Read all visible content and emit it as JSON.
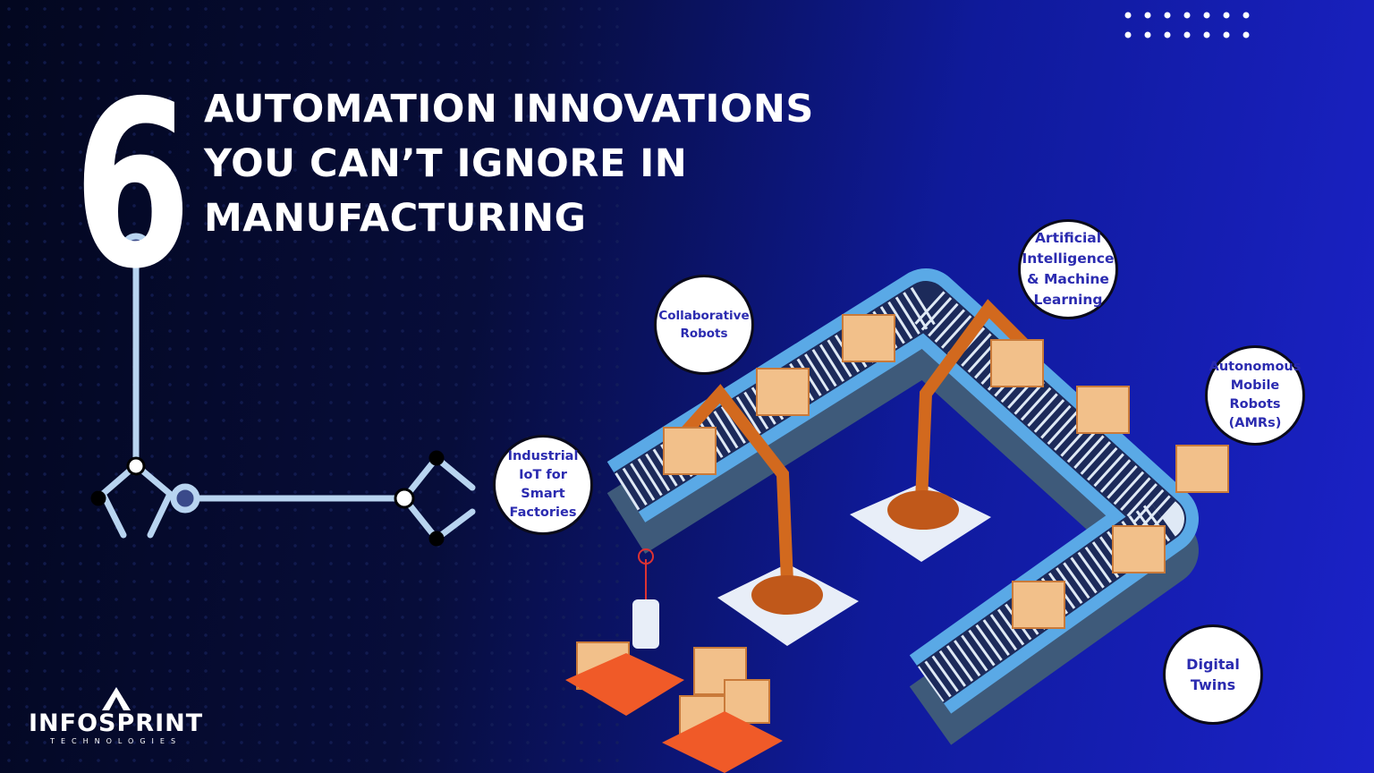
{
  "headline": {
    "number": "6",
    "lines": [
      "AUTOMATION INNOVATIONS",
      "YOU CAN’T IGNORE IN",
      "MANUFACTURING"
    ]
  },
  "innovations": [
    {
      "label": "Collaborative Robots"
    },
    {
      "label": "Artificial Intelligence & Machine Learning"
    },
    {
      "label": "Autonomous Mobile Robots (AMRs)"
    },
    {
      "label": "Industrial IoT for Smart Factories"
    },
    {
      "label": "Digital Twins"
    }
  ],
  "brand": {
    "name": "INFOSPRINT",
    "tagline": "TECHNOLOGIES"
  },
  "colors": {
    "accent": "#2b2bb0",
    "connector": "#b8d4f0",
    "conveyor": "#5aa9e6",
    "robot": "#d2691e"
  }
}
